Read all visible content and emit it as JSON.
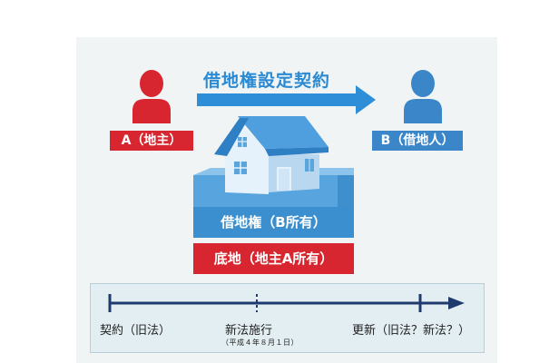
{
  "diagram": {
    "contract_label": "借地権設定契約",
    "party_a_label": "A（地主）",
    "party_b_label": "B（借地人）",
    "leasehold_label": "借地権（B所有）",
    "land_label": "底地（地主A所有）"
  },
  "timeline": {
    "old_law_label": "契約（旧法）",
    "new_law_label": "新法施行",
    "new_law_date": "（平成４年８月１日）",
    "renewal_label": "更新（旧法？新法？）"
  },
  "colors": {
    "landlord_red": "#d7262f",
    "tenant_blue": "#3a86c8",
    "arrow_blue": "#2e8fd8",
    "timeline_navy": "#1f3b6e"
  }
}
